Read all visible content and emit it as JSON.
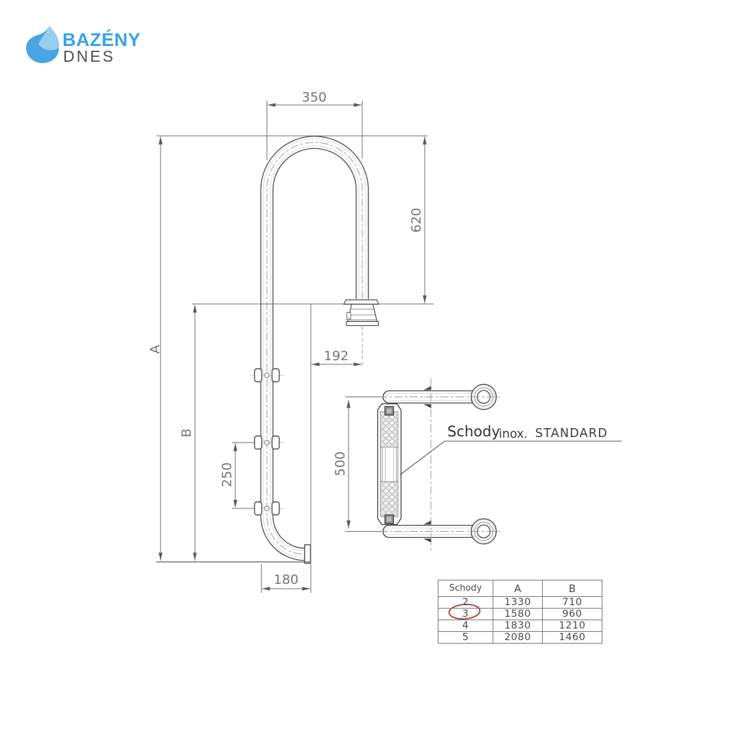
{
  "brand": {
    "logo_text_primary": "BAZÉNY",
    "logo_text_secondary": "DNES"
  },
  "drawing": {
    "product_label": {
      "name": "Schody",
      "material": "inox.",
      "series": "STANDARD"
    },
    "dimensions": {
      "top_bend_width": "350",
      "handrail_drop": "620",
      "anchor_offset": "192",
      "step_spacing": "250",
      "foot_length": "180",
      "step_width": "500",
      "overall_height_label": "A",
      "submerged_height_label": "B"
    }
  },
  "table": {
    "col_headers": [
      "Schody",
      "A",
      "B"
    ],
    "rows": [
      [
        "2",
        "1330",
        "710"
      ],
      [
        "3",
        "1580",
        "960"
      ],
      [
        "4",
        "1830",
        "1210"
      ],
      [
        "5",
        "2080",
        "1460"
      ]
    ],
    "highlighted_value": "3"
  },
  "colors": {
    "brand_blue": "#3aa2e8",
    "line_dark": "#4a4a4a",
    "dimension_gray": "#6e6e6e",
    "highlight_red": "#b03a36"
  }
}
